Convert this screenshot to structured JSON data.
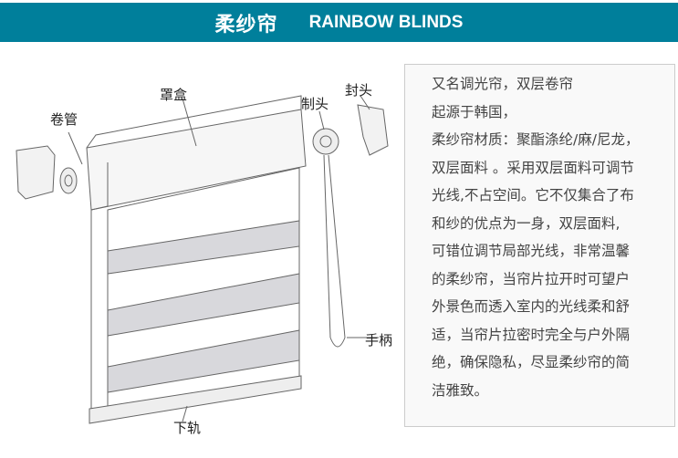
{
  "header": {
    "title_cn": "柔纱帘",
    "title_en": "RAINBOW BLINDS"
  },
  "labels": {
    "roller_tube": "卷管",
    "cassette": "罩盒",
    "control_head": "制头",
    "end_cap": "封头",
    "handle": "手柄",
    "bottom_rail": "下轨"
  },
  "description": [
    "又名调光帘，双层卷帘",
    "起源于韩国，",
    "柔纱帘材质：聚酯涤纶/麻/尼龙，",
    "双层面料 。采用双层面料可调节",
    "光线,不占空间。它不仅集合了布",
    "和纱的优点为一身，双层面料,",
    "可错位调节局部光线，非常温馨",
    "的柔纱帘，当帘片拉开时可望户",
    "外景色而透入室内的光线柔和舒",
    "适，当帘片拉密时完全与户外隔",
    "绝，确保隐私，尽显柔纱帘的简",
    "洁雅致。"
  ],
  "colors": {
    "header_bg": "#007f9b"
  }
}
